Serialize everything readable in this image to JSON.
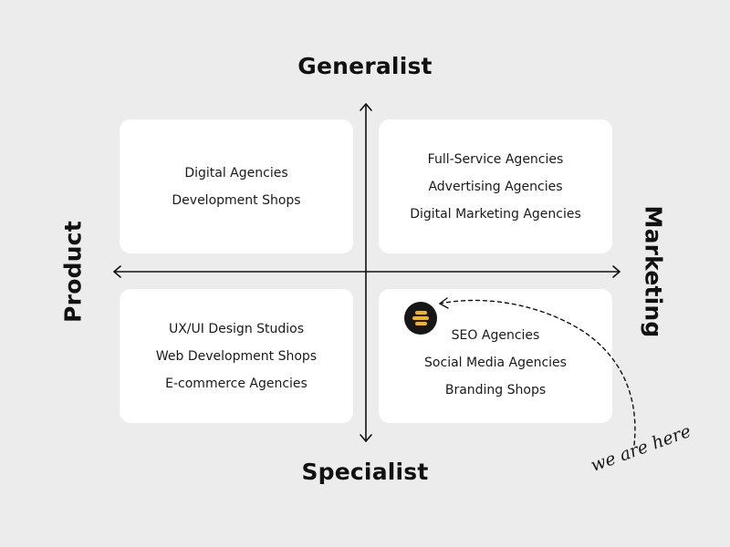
{
  "axes": {
    "top": "Generalist",
    "bottom": "Specialist",
    "left": "Product",
    "right": "Marketing"
  },
  "quadrants": {
    "top_left": [
      "Digital Agencies",
      "Development Shops"
    ],
    "top_right": [
      "Full-Service Agencies",
      "Advertising Agencies",
      "Digital Marketing Agencies"
    ],
    "bottom_left": [
      "UX/UI Design Studios",
      "Web Development Shops",
      "E-commerce Agencies"
    ],
    "bottom_right": [
      "SEO Agencies",
      "Social Media Agencies",
      "Branding Shops"
    ]
  },
  "annotation": "we are here",
  "logo": {
    "icon": "stacked-bars-logo-icon",
    "background": "#171717",
    "accent": "#f5b50f"
  },
  "colors": {
    "background": "#ececec",
    "card": "#ffffff",
    "ink": "#111111"
  }
}
